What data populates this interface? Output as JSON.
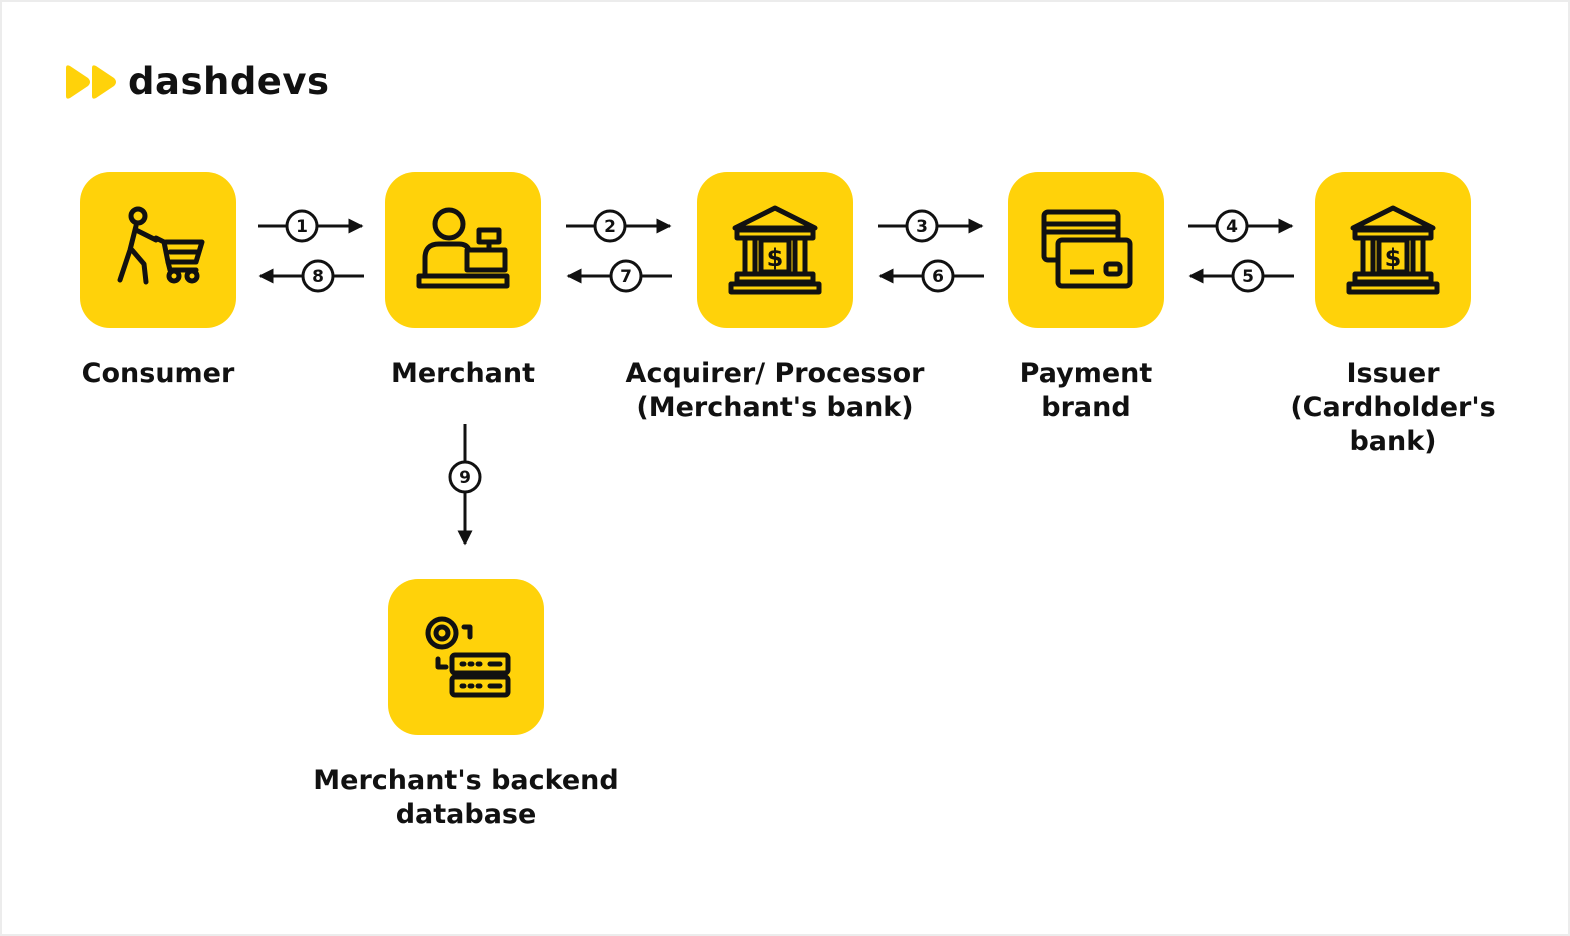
{
  "brand": {
    "name": "dashdevs",
    "accent": "#FFD20A"
  },
  "nodes": {
    "consumer": {
      "label": "Consumer",
      "icon": "shopping-cart-person-icon"
    },
    "merchant": {
      "label": "Merchant",
      "icon": "cashier-icon"
    },
    "acquirer": {
      "label_line1": "Acquirer/ Processor",
      "label_line2": "(Merchant's bank)",
      "icon": "bank-icon"
    },
    "payment_brand": {
      "label_line1": "Payment",
      "label_line2": "brand",
      "icon": "credit-cards-icon"
    },
    "issuer": {
      "label_line1": "Issuer",
      "label_line2": "(Cardholder's",
      "label_line3": "bank)",
      "icon": "bank-icon"
    },
    "backend": {
      "label_line1": "Merchant's backend",
      "label_line2": "database",
      "icon": "database-server-icon"
    }
  },
  "flows": [
    {
      "step": "1",
      "from": "Consumer",
      "to": "Merchant"
    },
    {
      "step": "2",
      "from": "Merchant",
      "to": "Acquirer/ Processor"
    },
    {
      "step": "3",
      "from": "Acquirer/ Processor",
      "to": "Payment brand"
    },
    {
      "step": "4",
      "from": "Payment brand",
      "to": "Issuer"
    },
    {
      "step": "5",
      "from": "Issuer",
      "to": "Payment brand"
    },
    {
      "step": "6",
      "from": "Payment brand",
      "to": "Acquirer/ Processor"
    },
    {
      "step": "7",
      "from": "Acquirer/ Processor",
      "to": "Merchant"
    },
    {
      "step": "8",
      "from": "Merchant",
      "to": "Consumer"
    },
    {
      "step": "9",
      "from": "Merchant",
      "to": "Merchant's backend database"
    }
  ]
}
